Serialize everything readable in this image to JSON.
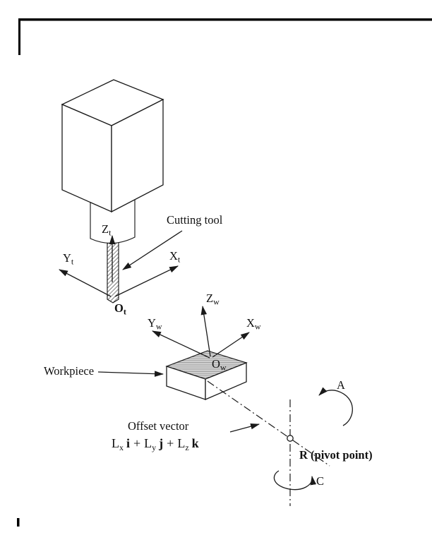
{
  "labels": {
    "cutting_tool": "Cutting tool",
    "workpiece": "Workpiece",
    "offset_vector": "Offset vector",
    "pivot_point": "R (pivot point)",
    "rotary_a": "A",
    "rotary_c": "C"
  },
  "tool_frame": {
    "z": "Z",
    "z_sub": "t",
    "y": "Y",
    "y_sub": "t",
    "x": "X",
    "x_sub": "t",
    "o": "O",
    "o_sub": "t"
  },
  "work_frame": {
    "z": "Z",
    "z_sub": "w",
    "y": "Y",
    "y_sub": "w",
    "x": "X",
    "x_sub": "w",
    "o": "O",
    "o_sub": "w"
  },
  "formula": {
    "l1": "L",
    "s1": "x",
    "v1": "i",
    "op1": "+",
    "l2": "L",
    "s2": "y",
    "v2": "j",
    "op2": "+",
    "l3": "L",
    "s3": "z",
    "v3": "k"
  },
  "colors": {
    "ink": "#1a1a1a",
    "workpiece_top_shade": "#dcdcdc"
  }
}
